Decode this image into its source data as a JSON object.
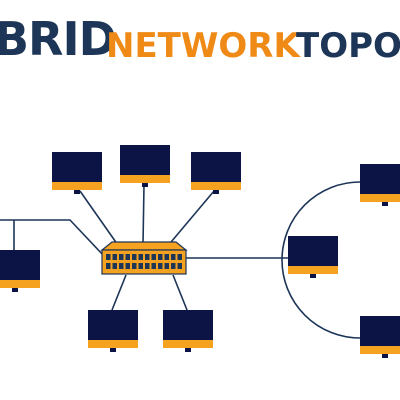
{
  "title": {
    "part1": "BRID",
    "part2": "NETWORK",
    "part3": "TOPOL"
  },
  "colors": {
    "navy": "#1d3557",
    "orange": "#f4a21f",
    "line": "#1d3557"
  },
  "nodes": [
    {
      "id": "computer-top-left"
    },
    {
      "id": "computer-top-center"
    },
    {
      "id": "computer-top-right"
    },
    {
      "id": "computer-left"
    },
    {
      "id": "computer-bottom-left"
    },
    {
      "id": "computer-bottom-right"
    },
    {
      "id": "computer-hub"
    },
    {
      "id": "computer-ring-top"
    },
    {
      "id": "computer-ring-bottom"
    }
  ],
  "switch": {
    "icon": "network-switch-icon"
  }
}
